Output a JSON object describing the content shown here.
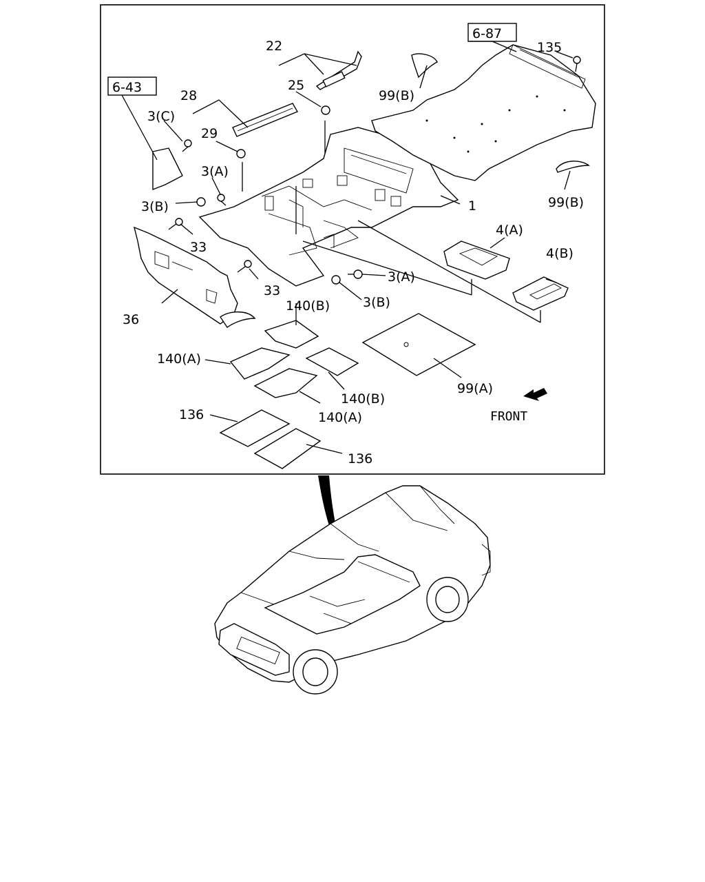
{
  "labels": {
    "ref_6_43": "6-43",
    "ref_6_87": "6-87",
    "p22": "22",
    "p25": "25",
    "p28": "28",
    "p29": "29",
    "p3c": "3(C)",
    "p3a_top": "3(A)",
    "p3b_left": "3(B)",
    "p33_upper": "33",
    "p33_lower": "33",
    "p36": "36",
    "p1": "1",
    "p99b_top": "99(B)",
    "p99b_right": "99(B)",
    "p135": "135",
    "p4a": "4(A)",
    "p4b": "4(B)",
    "p3a_mid": "3(A)",
    "p3b_mid": "3(B)",
    "p140b_top": "140(B)",
    "p140a_left": "140(A)",
    "p140b_right": "140(B)",
    "p140a_bottom": "140(A)",
    "p99a": "99(A)",
    "front": "FRONT",
    "p136_top": "136",
    "p136_bottom": "136"
  }
}
